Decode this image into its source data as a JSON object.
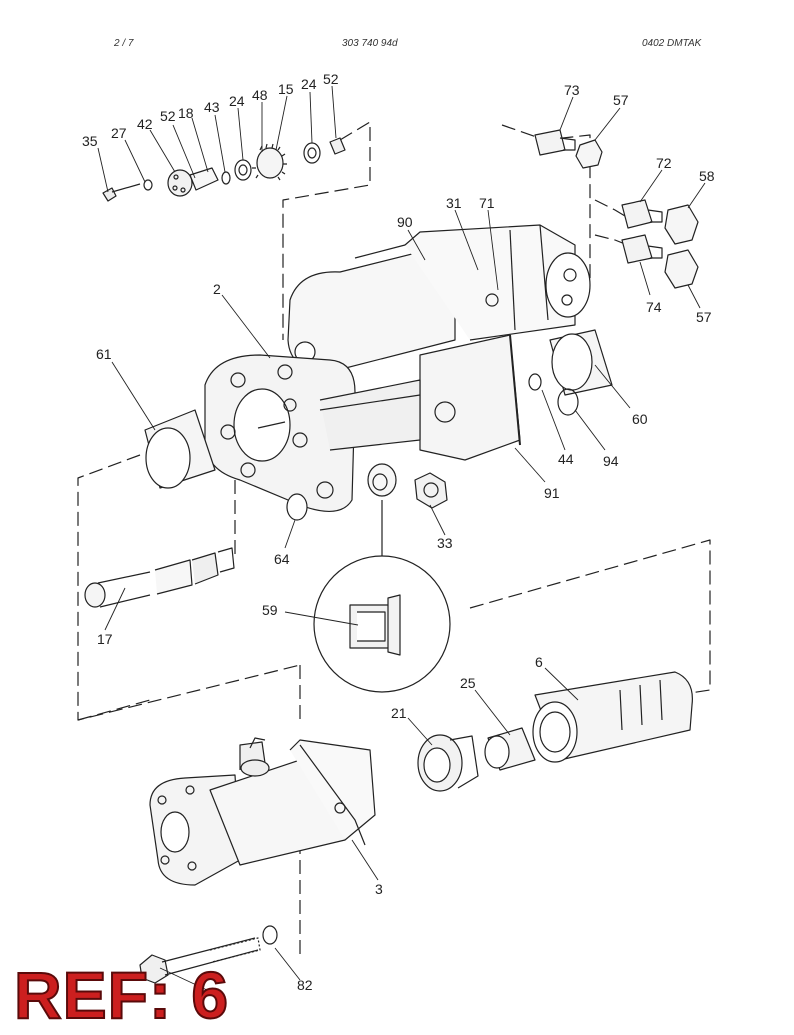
{
  "header": {
    "page": "2 /   7",
    "doc_number": "303 740 94d",
    "code": "0402   DMTAK"
  },
  "ref_label": "REF: 6",
  "callouts": [
    "35",
    "27",
    "42",
    "52",
    "18",
    "43",
    "24",
    "48",
    "15",
    "24",
    "52",
    "73",
    "57",
    "72",
    "58",
    "90",
    "31",
    "71",
    "2",
    "61",
    "74",
    "57",
    "60",
    "44",
    "94",
    "91",
    "33",
    "64",
    "17",
    "59",
    "25",
    "6",
    "21",
    "3",
    "82"
  ],
  "colors": {
    "ref_text": "#cc1f1f",
    "line": "#222222"
  }
}
